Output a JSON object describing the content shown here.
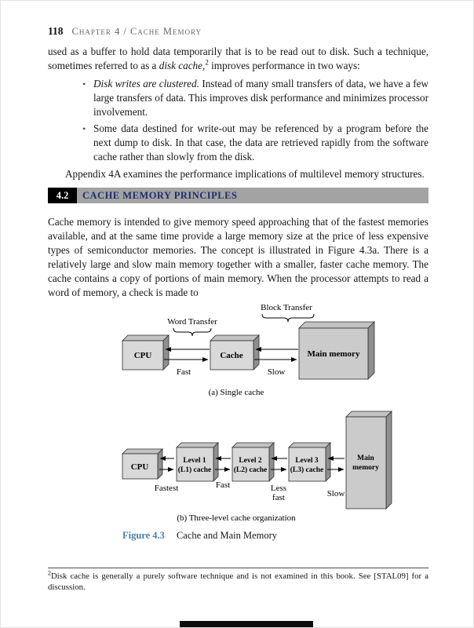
{
  "header": {
    "page_number": "118",
    "running_title": "Chapter 4 / Cache Memory"
  },
  "bullet_glyph": "•",
  "intro": {
    "text_1": "used as a buffer to hold data temporarily that is to be read out to disk. Such a technique, sometimes referred to as a ",
    "term": "disk cache,",
    "footnote_ref": "2",
    "text_2": " improves performance in two ways:"
  },
  "bullets": [
    {
      "lead": "Disk writes are clustered.",
      "text": " Instead of many small transfers of data, we have a few large transfers of data. This improves disk performance and minimizes processor involvement."
    },
    {
      "lead": "",
      "text": "Some data destined for write-out may be referenced by a program before the next dump to disk. In that case, the data are retrieved rapidly from the software cache rather than slowly from the disk."
    }
  ],
  "appendix_note": "Appendix 4A examines the performance implications of multilevel memory structures.",
  "section": {
    "number": "4.2",
    "title": "CACHE MEMORY PRINCIPLES",
    "body": "Cache memory is intended to give memory speed approaching that of the fastest memories available, and at the same time provide a large memory size at the price of less expensive types of semiconductor memories. The concept is illustrated in Figure 4.3a. There is a relatively large and slow main memory together with a smaller, faster cache memory. The cache contains a copy of portions of main memory. When the processor attempts to read a word of memory, a check is made to"
  },
  "figure": {
    "part_a": {
      "word_transfer": "Word Transfer",
      "block_transfer": "Block Transfer",
      "cpu": "CPU",
      "cache": "Cache",
      "main_memory": "Main memory",
      "fast": "Fast",
      "slow": "Slow",
      "caption": "(a) Single cache"
    },
    "part_b": {
      "cpu": "CPU",
      "l1_line1": "Level 1",
      "l1_line2": "(L1) cache",
      "l2_line1": "Level 2",
      "l2_line2": "(L2) cache",
      "l3_line1": "Level 3",
      "l3_line2": "(L3) cache",
      "main_line1": "Main",
      "main_line2": "memory",
      "fastest": "Fastest",
      "fast": "Fast",
      "less_fast_line1": "Less",
      "less_fast_line2": "fast",
      "slow": "Slow",
      "caption": "(b) Three-level cache organization"
    },
    "caption_label": "Figure 4.3",
    "caption_title": "Cache and Main Memory"
  },
  "footnote": {
    "marker": "2",
    "text": "Disk cache is generally a purely software technique and is not examined in this book. See [STAL09] for a discussion."
  },
  "colors": {
    "section_number_bg": "#000000",
    "section_number_text": "#ffffff",
    "section_bar_bg": "#a3a3a3",
    "section_title_text": "#1c2e6b",
    "figure_label": "#4a80a6",
    "running_head": "#666666",
    "box_front": "#d9d9d9",
    "box_top": "#c3c3c3",
    "box_side": "#8f8f8f",
    "main_memory_front": "#cbcbcb"
  }
}
